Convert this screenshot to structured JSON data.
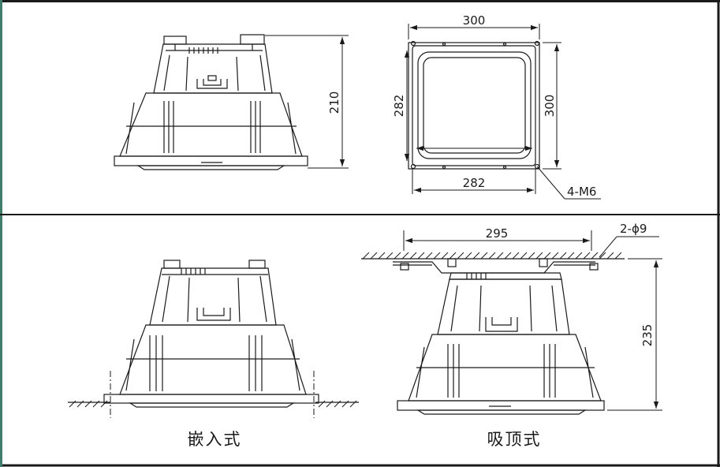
{
  "drawing": {
    "colors": {
      "line": "#1a1a1a",
      "frame_left": "#3f7d6a",
      "paper": "#ffffff"
    },
    "embedded_side_view": {
      "height_dim": "210"
    },
    "top_view": {
      "width_top_dim": "300",
      "height_right_dim": "300",
      "height_left_dim": "282",
      "width_bottom_dim": "282",
      "bolt_callout": "4-M6"
    },
    "embedded_mount": {
      "caption": "嵌入式"
    },
    "ceiling_mount": {
      "width_dim": "295",
      "hole_callout": "2-ϕ9",
      "height_dim": "235",
      "caption": "吸顶式"
    }
  }
}
